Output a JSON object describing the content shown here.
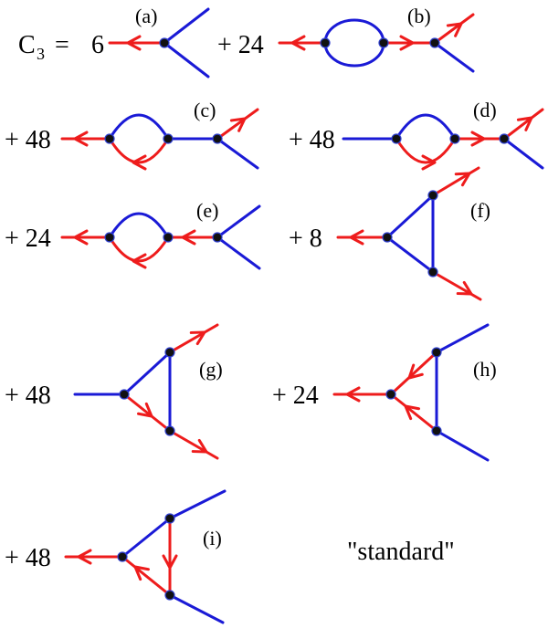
{
  "equation": {
    "lhs_symbol": "C",
    "lhs_subscript": "3",
    "equals": "="
  },
  "terms": [
    {
      "coefficient": "6",
      "label": "(a)"
    },
    {
      "coefficient": "+ 24",
      "label": "(b)"
    },
    {
      "coefficient": "+ 48",
      "label": "(c)"
    },
    {
      "coefficient": "+ 48",
      "label": "(d)"
    },
    {
      "coefficient": "+ 24",
      "label": "(e)"
    },
    {
      "coefficient": "+ 8",
      "label": "(f)"
    },
    {
      "coefficient": "+ 48",
      "label": "(g)"
    },
    {
      "coefficient": "+ 24",
      "label": "(h)"
    },
    {
      "coefficient": "+ 48",
      "label": "(i)"
    }
  ],
  "caption": "\"standard\"",
  "colors": {
    "directed_line": "#ee1c1c",
    "undirected_line": "#1a1ad6",
    "vertex": "#111111"
  }
}
